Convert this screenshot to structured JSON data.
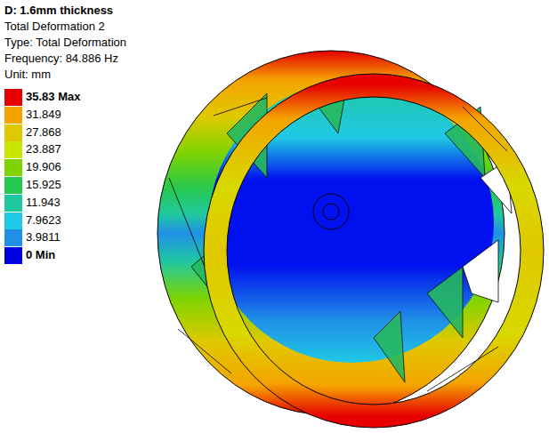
{
  "diagram": {
    "title": "D: 1.6mm thickness",
    "labels": [
      "Total Deformation 2",
      "Type: Total Deformation",
      "Frequency: 84.886 Hz",
      "Unit: mm"
    ],
    "legend": [
      {
        "text": "35.83 Max",
        "color": "#e60000"
      },
      {
        "text": "31.849",
        "color": "#f5a300"
      },
      {
        "text": "27.868",
        "color": "#e0c800"
      },
      {
        "text": "23.887",
        "color": "#c8e600"
      },
      {
        "text": "19.906",
        "color": "#7fd400"
      },
      {
        "text": "15.925",
        "color": "#26c850"
      },
      {
        "text": "11.943",
        "color": "#20c8a0"
      },
      {
        "text": "7.9623",
        "color": "#20c8e6"
      },
      {
        "text": "3.9811",
        "color": "#2090e6"
      },
      {
        "text": "0 Min",
        "color": "#0000e0"
      }
    ]
  }
}
